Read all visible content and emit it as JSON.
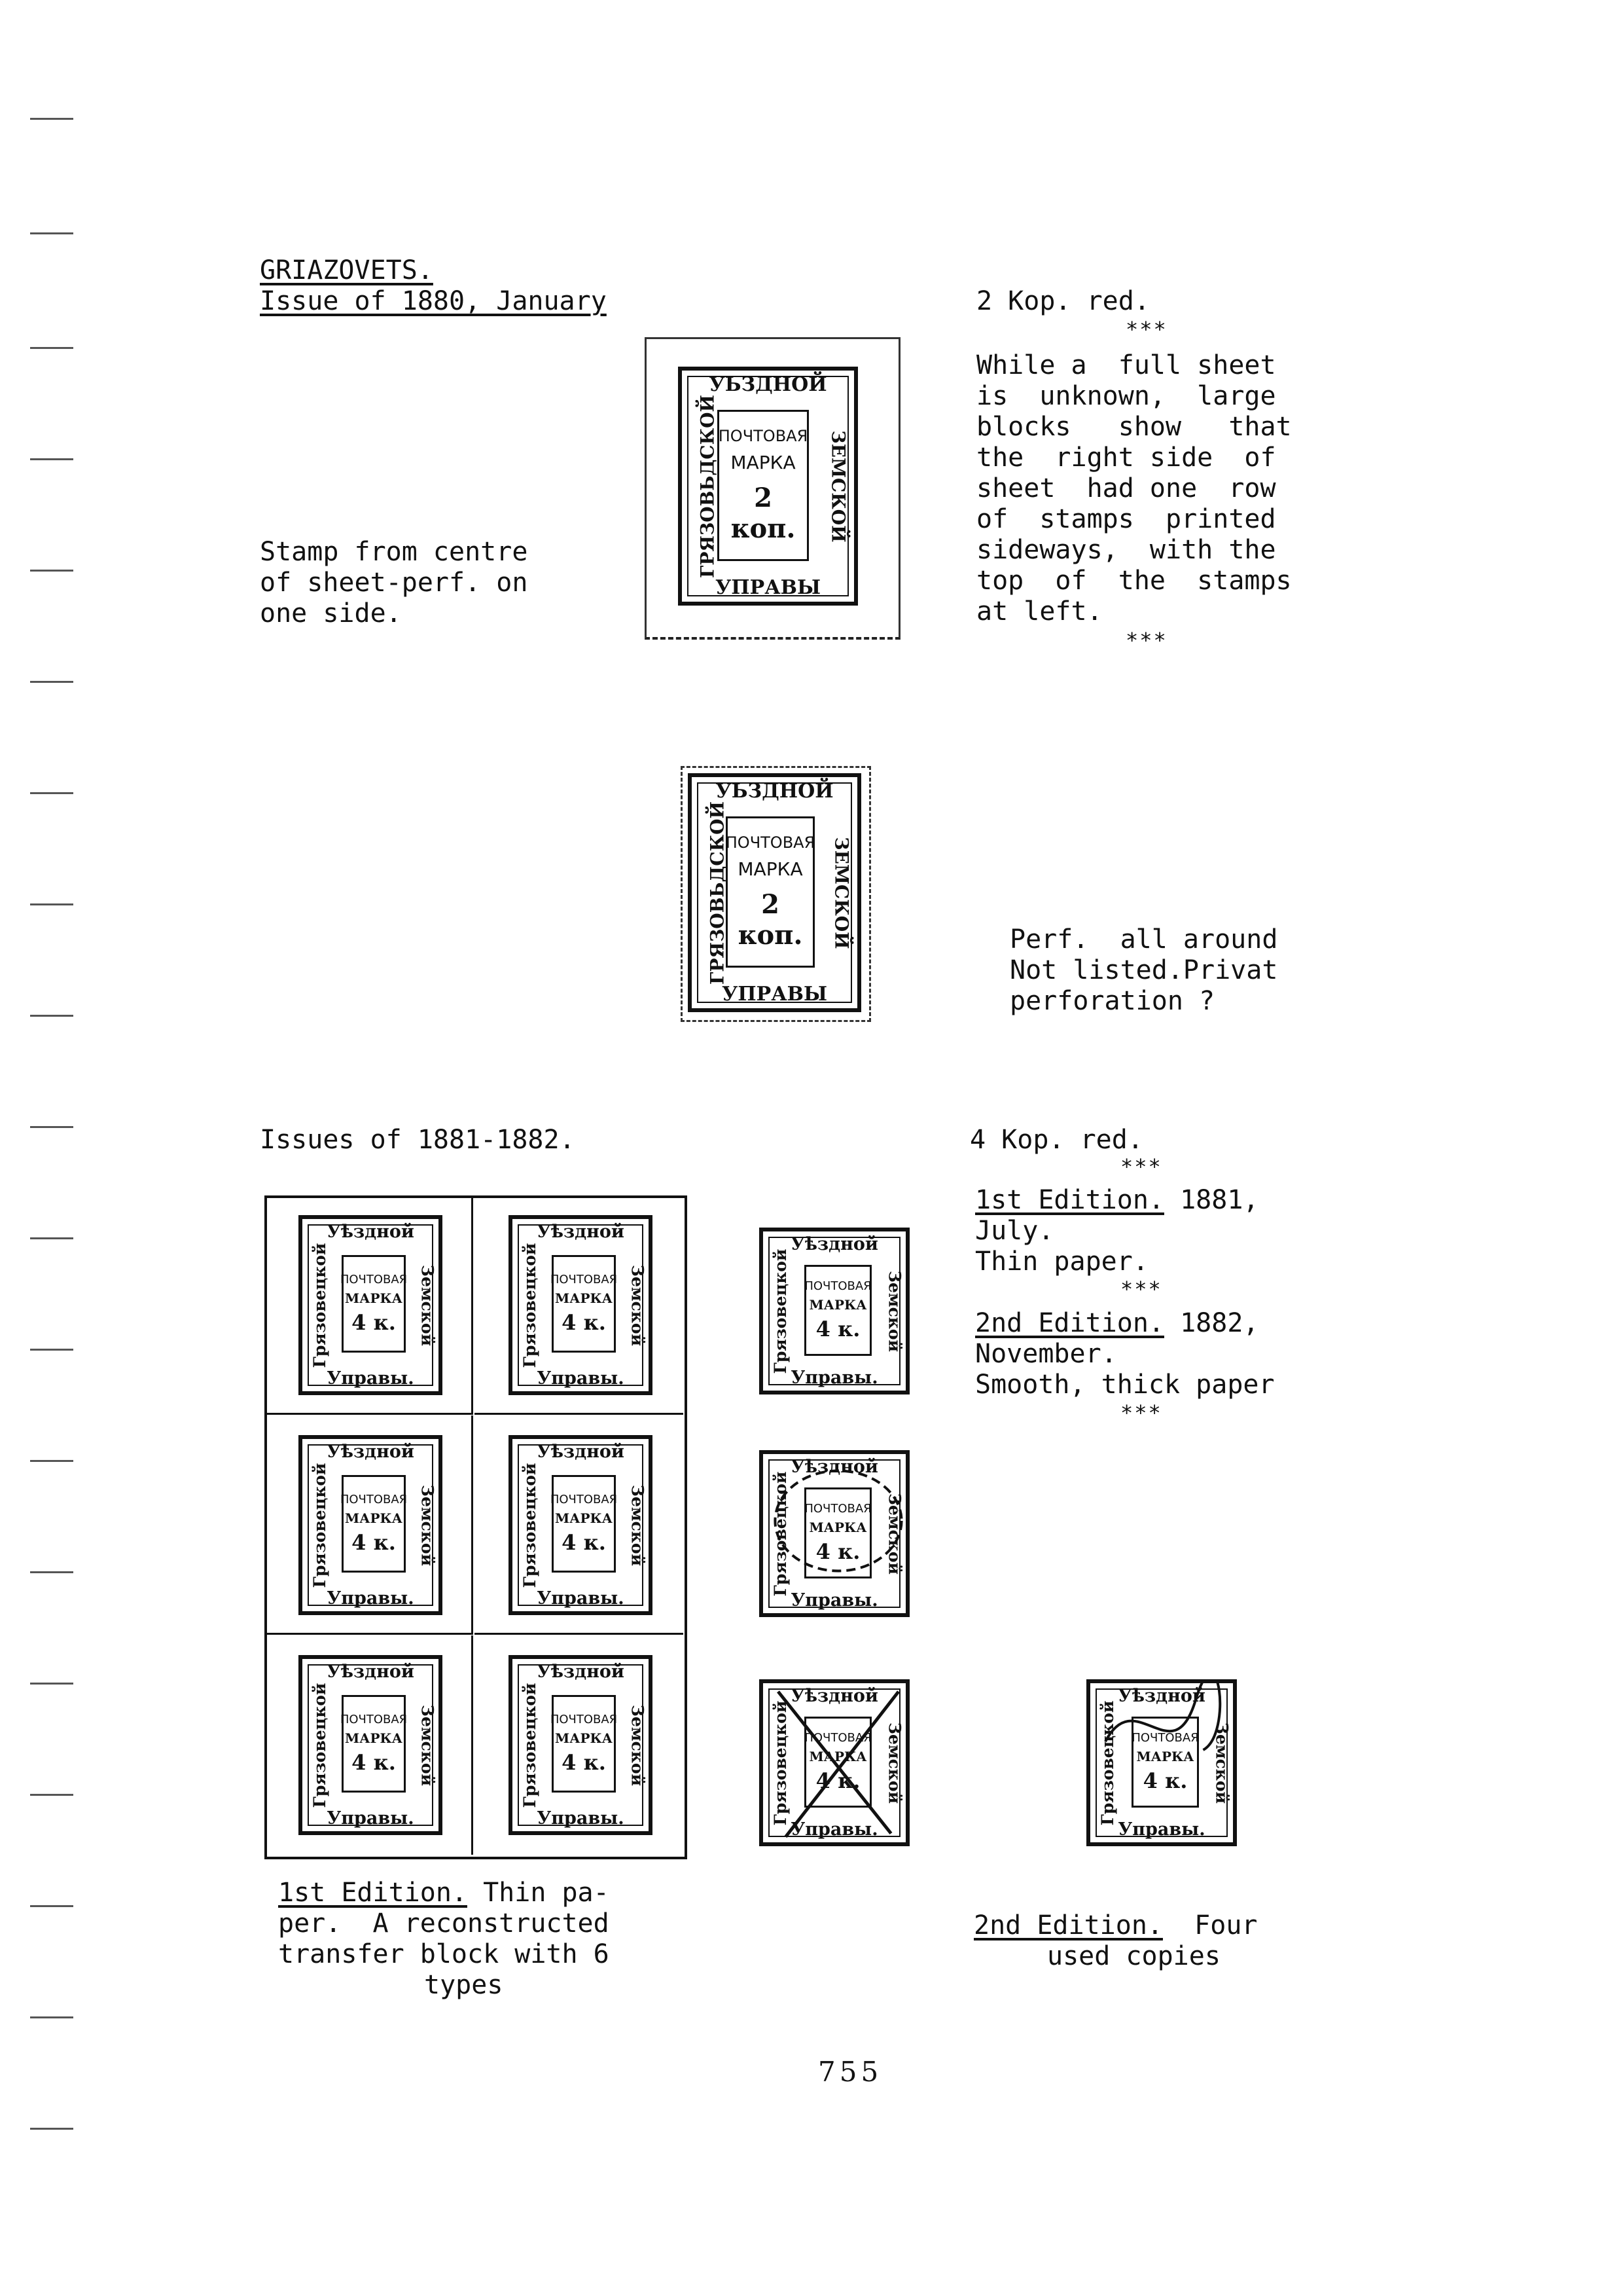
{
  "heading": {
    "title": "GRIAZOVETS.",
    "issue1880": "Issue of 1880, January",
    "issues1881": "Issues of 1881-1882."
  },
  "captions": {
    "stamp_centre": [
      "Stamp from centre",
      "of sheet-perf. on",
      "one side."
    ],
    "kop2": "2 Kop. red.",
    "sheet_note": [
      "While a  full sheet",
      "is  unknown,  large",
      "blocks   show   that",
      "the  right side  of",
      "sheet  had one  row",
      "of  stamps  printed",
      "sideways,  with the",
      "top  of  the  stamps",
      "at left."
    ],
    "perf_note": [
      "Perf.  all around",
      "Not listed.Privat",
      "perforation ?"
    ],
    "kop4": "4 Kop. red.",
    "ed1_label": "1st Edition.",
    "ed1_date": " 1881,",
    "ed1_lines": [
      "July.",
      "Thin paper."
    ],
    "ed2_label": "2nd Edition.",
    "ed2_date": " 1882,",
    "ed2_lines": [
      "November.",
      "Smooth, thick paper"
    ],
    "block_label": "1st Edition.",
    "block_rest": " Thin pa-",
    "block_lines": [
      "per.  A reconstructed",
      "transfer block with 6",
      "types"
    ],
    "used_label": "2nd Edition.",
    "used_rest": "  Four",
    "used_line2": "used copies",
    "stars": "***"
  },
  "stamp2": {
    "top": "УЬЗДНОЙ",
    "left": "ГРЯЗОВЬДСКОЙ",
    "right": "ЗЕМСКОЙ",
    "line1": "ПОЧТОВАЯ",
    "line2": "МАРКА",
    "value": "2 коп.",
    "bottom": "УПРАВЫ"
  },
  "stamp4": {
    "top": "Уѣздной",
    "left": "Грязовецкой",
    "right": "Земской",
    "line1": "ПОЧТОВАЯ",
    "line2": "МАРКА",
    "value": "4 к.",
    "bottom": "Управы."
  },
  "page_number": "755"
}
